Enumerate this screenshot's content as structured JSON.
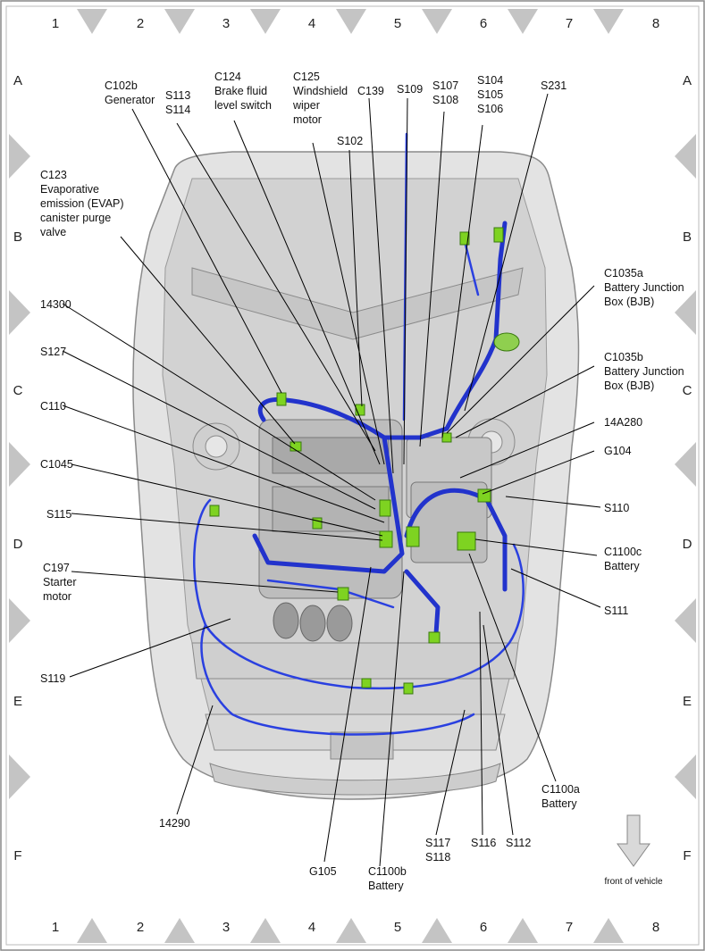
{
  "grid": {
    "columns": [
      "1",
      "2",
      "3",
      "4",
      "5",
      "6",
      "7",
      "8"
    ],
    "rows": [
      "A",
      "B",
      "C",
      "D",
      "E",
      "F"
    ]
  },
  "callouts": {
    "c102b": [
      "C102b",
      "Generator"
    ],
    "s113": [
      "S113",
      "S114"
    ],
    "c124": [
      "C124",
      "Brake fluid",
      "level switch"
    ],
    "c125": [
      "C125",
      "Windshield",
      "wiper",
      "motor"
    ],
    "c139": [
      "C139"
    ],
    "s109": [
      "S109"
    ],
    "s107": [
      "S107",
      "S108"
    ],
    "s104": [
      "S104",
      "S105",
      "S106"
    ],
    "s231": [
      "S231"
    ],
    "s102": [
      "S102"
    ],
    "c123": [
      "C123",
      "Evaporative",
      "emission (EVAP)",
      "canister purge",
      "valve"
    ],
    "c1035a": [
      "C1035a",
      "Battery Junction",
      "Box (BJB)"
    ],
    "n14300": [
      "14300"
    ],
    "s127": [
      "S127"
    ],
    "c1035b": [
      "C1035b",
      "Battery Junction",
      "Box (BJB)"
    ],
    "c110": [
      "C110"
    ],
    "n14a280": [
      "14A280"
    ],
    "g104": [
      "G104"
    ],
    "c1045": [
      "C1045"
    ],
    "s110": [
      "S110"
    ],
    "s115": [
      "S115"
    ],
    "c1100c": [
      "C1100c",
      "Battery"
    ],
    "c197": [
      "C197",
      "Starter",
      "motor"
    ],
    "s111": [
      "S111"
    ],
    "s119": [
      "S119"
    ],
    "c1100a": [
      "C1100a",
      "Battery"
    ],
    "n14290": [
      "14290"
    ],
    "g105": [
      "G105"
    ],
    "c1100b": [
      "C1100b",
      "Battery"
    ],
    "s117": [
      "S117",
      "S118"
    ],
    "s116": [
      "S116"
    ],
    "s112": [
      "S112"
    ]
  },
  "front_label": "front of vehicle",
  "colors": {
    "harness": "#2233cc",
    "connector": "#7ed321",
    "body": "#e3e3e3",
    "frame": "#888888"
  }
}
